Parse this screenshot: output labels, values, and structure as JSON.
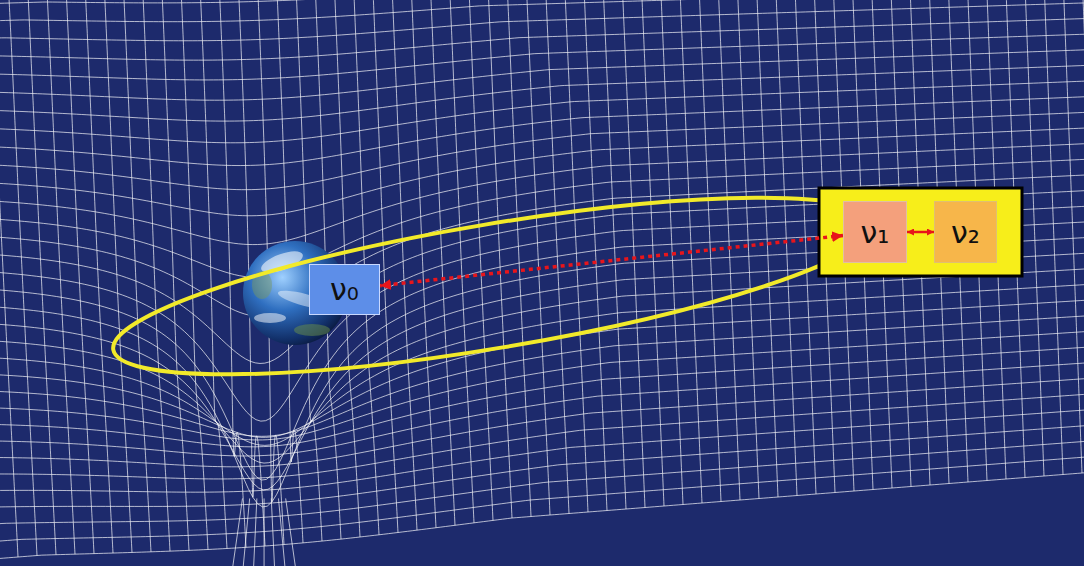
{
  "diagram": {
    "nodes": [
      {
        "text": [
          "ν₀"
        ]
      },
      {
        "text": [
          "ν₁"
        ]
      },
      {
        "text": [
          "ν₂"
        ]
      }
    ],
    "edges": [
      {
        "from": 1,
        "to": 0,
        "arrow": "both"
      },
      {
        "from": 1,
        "to": 2,
        "arrow": "both"
      }
    ]
  }
}
